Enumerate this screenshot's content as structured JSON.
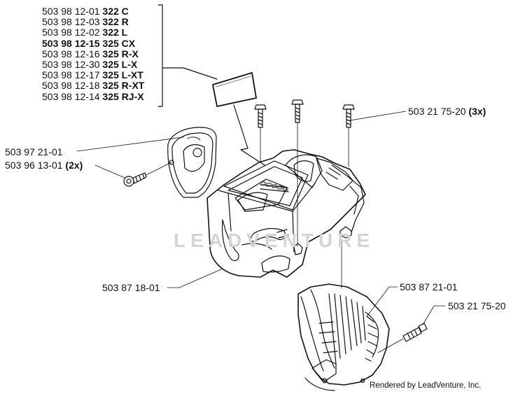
{
  "kit_list": [
    {
      "part": "503 98 12-01",
      "model": "322 C",
      "bold_part": false
    },
    {
      "part": "503 98 12-03",
      "model": "322 R",
      "bold_part": false
    },
    {
      "part": "503 98 12-02",
      "model": "322 L",
      "bold_part": false
    },
    {
      "part": "503 98 12-15",
      "model": "325 CX",
      "bold_part": true
    },
    {
      "part": "503 98 12-16",
      "model": "325 R-X",
      "bold_part": false
    },
    {
      "part": "503 98 12-30",
      "model": "325 L-X",
      "bold_part": false
    },
    {
      "part": "503 98 12-17",
      "model": "325 L-XT",
      "bold_part": false
    },
    {
      "part": "503 98 12-18",
      "model": "325 R-XT",
      "bold_part": false
    },
    {
      "part": "503 98 12-14",
      "model": "325 RJ-X",
      "bold_part": false
    }
  ],
  "callouts": {
    "screw_top": {
      "part": "503 21 75-20",
      "qty": "(3x)"
    },
    "guard": {
      "part": "503 97 21-01"
    },
    "guard_screw": {
      "part": "503 96 13-01",
      "qty": "(2x)"
    },
    "cover": {
      "part": "503 87 18-01"
    },
    "cylinder_cover": {
      "part": "503 87 21-01"
    },
    "screw_side": {
      "part": "503 21 75-20"
    }
  },
  "watermark": "LEADVENTURE",
  "credit": "Rendered by LeadVenture, Inc.",
  "colors": {
    "line": "#111111",
    "watermark": "#d4d4d4"
  }
}
